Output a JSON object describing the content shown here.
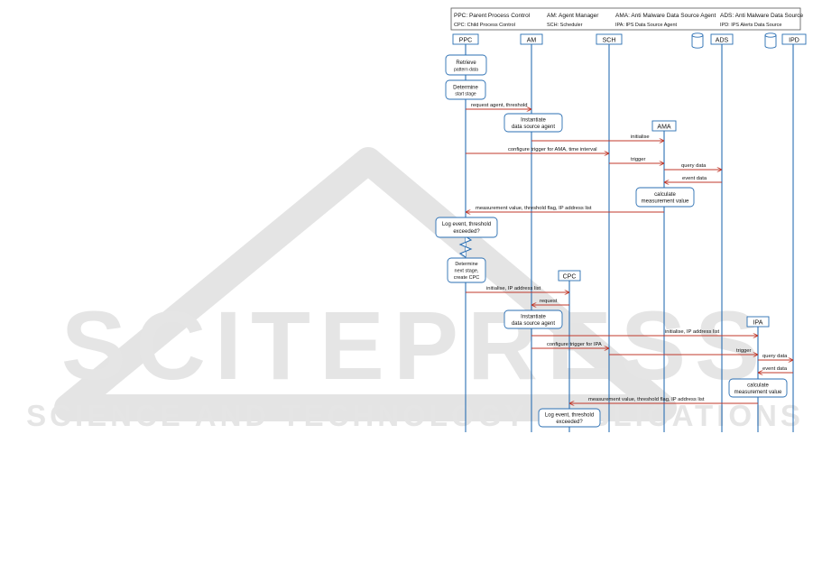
{
  "watermark": {
    "main": "SCITEPRESS",
    "sub": "SCIENCE AND TECHNOLOGY PUBLICATIONS"
  },
  "legend": [
    "PPC: Parent Process Control",
    "AM: Agent Manager",
    "AMA: Anti Malware Data Source Agent",
    "ADS: Anti Malware Data Source",
    "CPC: Child Process Control",
    "SCH: Scheduler",
    "IPA: IPS Data Source Agent",
    "IPD: IPS Alerts Data Source"
  ],
  "actors": {
    "ppc": "PPC",
    "am": "AM",
    "sch": "SCH",
    "ads": "ADS",
    "ipd": "IPD",
    "ama": "AMA",
    "cpc": "CPC",
    "ipa": "IPA"
  },
  "notes": {
    "retrieve": [
      "Retrieve",
      "pattern data"
    ],
    "determine": [
      "Determine",
      "start stage"
    ],
    "inst1": [
      "Instantiate",
      "data source agent"
    ],
    "calc1": [
      "calculate",
      "measurement value"
    ],
    "log1": [
      "Log event, threshold",
      "exceeded?"
    ],
    "next": [
      "Determine",
      "next stage,",
      "create CPC"
    ],
    "inst2": [
      "Instantiate",
      "data source agent"
    ],
    "calc2": [
      "calculate",
      "measurement value"
    ],
    "log2": [
      "Log event, threshold",
      "exceeded?"
    ]
  },
  "messages": {
    "m1": "request agent, threshold",
    "m2": "initialise",
    "m3": "configure trigger for AMA, time interval",
    "m4": "trigger",
    "m5": "query data",
    "m6": "event data",
    "m7": "measurement value, threshold flag, IP address list",
    "m8": "initialise, IP address list",
    "m9": "request",
    "m10": "initialise, IP address list",
    "m11": "configure trigger for IPA",
    "m12": "trigger",
    "m13": "query data",
    "m14": "event data",
    "m15": "measurement value, threshold flag, IP address list"
  }
}
